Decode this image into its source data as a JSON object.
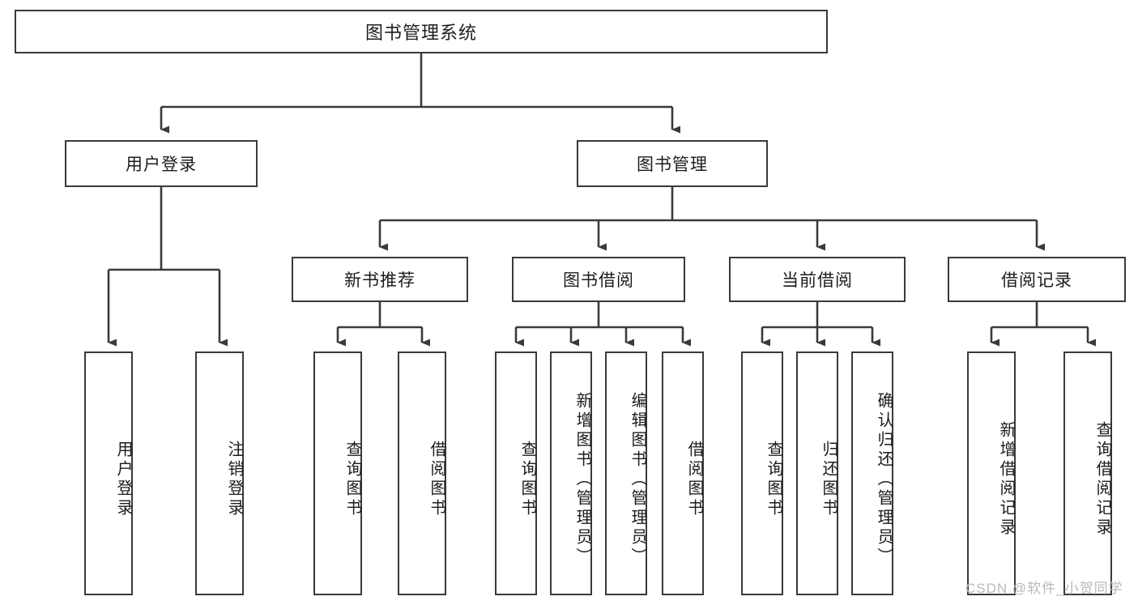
{
  "diagram": {
    "type": "tree-hierarchy",
    "title": "图书管理系统",
    "root": {
      "label": "图书管理系统"
    },
    "level2": [
      {
        "label": "用户登录"
      },
      {
        "label": "图书管理"
      }
    ],
    "level3": [
      {
        "label": "新书推荐"
      },
      {
        "label": "图书借阅"
      },
      {
        "label": "当前借阅"
      },
      {
        "label": "借阅记录"
      }
    ],
    "leaves": {
      "user_login": [
        {
          "label": "用户登录"
        },
        {
          "label": "注销登录"
        }
      ],
      "new_book_recommend": [
        {
          "label": "查询图书"
        },
        {
          "label": "借阅图书"
        }
      ],
      "book_borrow": [
        {
          "label": "查询图书"
        },
        {
          "label": "新增图书（管理员）"
        },
        {
          "label": "编辑图书（管理员）"
        },
        {
          "label": "借阅图书"
        }
      ],
      "current_borrow": [
        {
          "label": "查询图书"
        },
        {
          "label": "归还图书"
        },
        {
          "label": "确认归还（管理员）"
        }
      ],
      "borrow_records": [
        {
          "label": "新增借阅记录"
        },
        {
          "label": "查询借阅记录"
        }
      ]
    }
  },
  "watermark": {
    "text": "CSDN @软件_小贺同学"
  },
  "colors": {
    "stroke": "#3a3a3a",
    "background": "#ffffff",
    "text": "#1c1c1c",
    "watermark": "#b9b9b9"
  }
}
